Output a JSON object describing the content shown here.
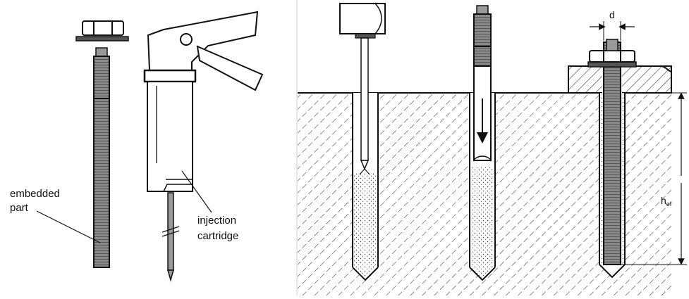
{
  "labels": {
    "embedded_part_line1": "embedded",
    "embedded_part_line2": "part",
    "injection_cartridge_line1": "injection",
    "injection_cartridge_line2": "cartridge",
    "diameter": "d",
    "embed_depth_main": "h",
    "embed_depth_sub": "ef"
  },
  "colors": {
    "ink": "#111111",
    "rod_fill": "#777777",
    "hatch": "#444444",
    "mortar_dot": "#333333"
  },
  "icons": {
    "nut": "hex-nut-icon",
    "washer": "washer-icon",
    "arrow": "flow-arrow-icon"
  }
}
